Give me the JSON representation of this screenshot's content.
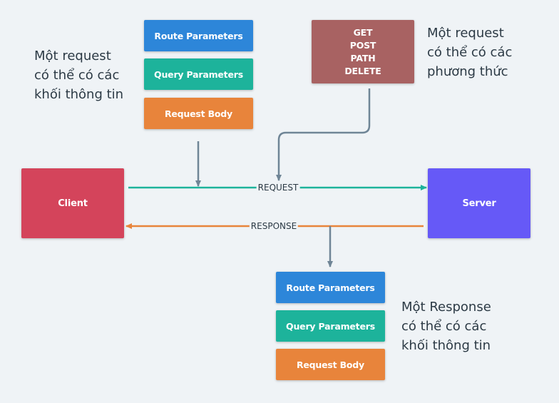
{
  "colors": {
    "background": "#eff3f6",
    "client": "#d4445b",
    "server": "#6659f7",
    "route_parameters": "#2d86d9",
    "query_parameters": "#1db39b",
    "request_body": "#e8843b",
    "methods_box": "#a86262",
    "request_arrow": "#1db39b",
    "response_arrow": "#e8843b",
    "connector": "#6f8596",
    "text": "#2c3a45"
  },
  "nodes": {
    "client": "Client",
    "server": "Server"
  },
  "request_blocks": {
    "route_parameters": "Route Parameters",
    "query_parameters": "Query Parameters",
    "request_body": "Request Body"
  },
  "response_blocks": {
    "route_parameters": "Route Parameters",
    "query_parameters": "Query Parameters",
    "request_body": "Request Body"
  },
  "methods": [
    "GET",
    "POST",
    "PATH",
    "DELETE"
  ],
  "edges": {
    "request": "REQUEST",
    "response": "RESPONSE"
  },
  "notes": {
    "request_blocks": [
      "Một request",
      "có thể có các",
      "khối thông tin"
    ],
    "methods": [
      "Một request",
      "có thể có các",
      "phương thức"
    ],
    "response_blocks": [
      "Một Response",
      "có thể có các",
      "khối thông tin"
    ]
  }
}
